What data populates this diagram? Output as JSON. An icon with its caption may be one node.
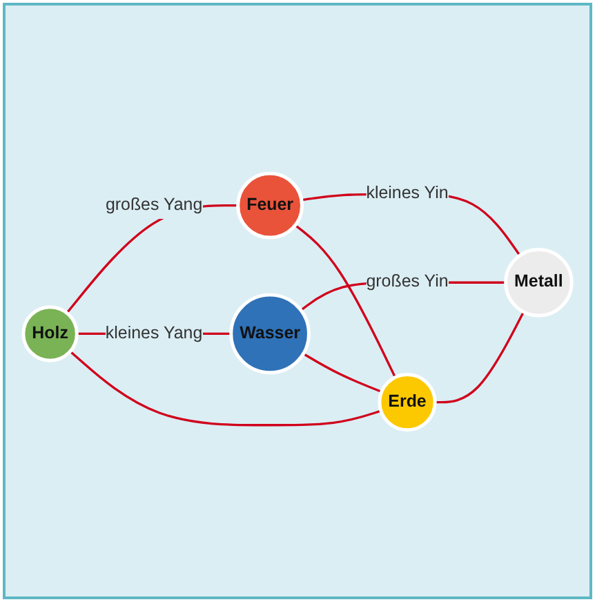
{
  "diagram": {
    "nodes": [
      {
        "text": [
          "Feuer"
        ]
      },
      {
        "text": [
          "Holz"
        ]
      },
      {
        "text": [
          "Erde"
        ]
      },
      {
        "text": [
          "Metall"
        ]
      },
      {
        "text": [
          "Wasser"
        ]
      }
    ],
    "edges": [
      {
        "from": 1,
        "to": 0,
        "arrow": "none",
        "label": "großes Yang"
      },
      {
        "from": 0,
        "to": 3,
        "arrow": "none",
        "label": "kleines Yin"
      },
      {
        "from": 1,
        "to": 4,
        "arrow": "none",
        "label": "kleines Yang"
      },
      {
        "from": 4,
        "to": 3,
        "arrow": "none",
        "label": "großes Yin"
      },
      {
        "from": 0,
        "to": 2,
        "arrow": "none"
      },
      {
        "from": 1,
        "to": 2,
        "arrow": "none"
      },
      {
        "from": 2,
        "to": 3,
        "arrow": "none"
      },
      {
        "from": 4,
        "to": 2,
        "arrow": "none"
      }
    ]
  }
}
